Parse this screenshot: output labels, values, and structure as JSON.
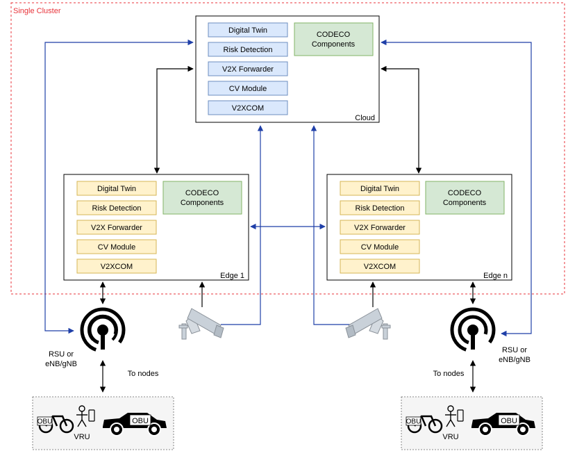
{
  "cluster": {
    "label": "Single Cluster",
    "color": "#e8333a"
  },
  "colors": {
    "service_fill": "#dae8fc",
    "edge_service_fill": "#fff2cc",
    "codeco_fill": "#d5e8d4",
    "link": "#1f3fa8"
  },
  "cloud": {
    "label": "Cloud",
    "services": [
      "Digital Twin",
      "Risk Detection",
      "V2X Forwarder",
      "CV Module",
      "V2XCOM"
    ],
    "codeco": "CODECO Components"
  },
  "edges": [
    {
      "label": "Edge 1",
      "services": [
        "Digital Twin",
        "Risk Detection",
        "V2X Forwarder",
        "CV Module",
        "V2XCOM"
      ],
      "codeco": "CODECO Components"
    },
    {
      "label": "Edge n",
      "services": [
        "Digital Twin",
        "Risk Detection",
        "V2X Forwarder",
        "CV Module",
        "V2XCOM"
      ],
      "codeco": "CODECO Components"
    }
  ],
  "rsu": {
    "label_line1": "RSU or",
    "label_line2": "eNB/gNB",
    "icon": "antenna-icon"
  },
  "to_nodes": "To nodes",
  "nodes": {
    "obu": "OBU",
    "vru": "VRU",
    "icons": [
      "bicycle-icon",
      "pedestrian-icon",
      "car-icon"
    ]
  },
  "camera_icon": "camera-icon"
}
